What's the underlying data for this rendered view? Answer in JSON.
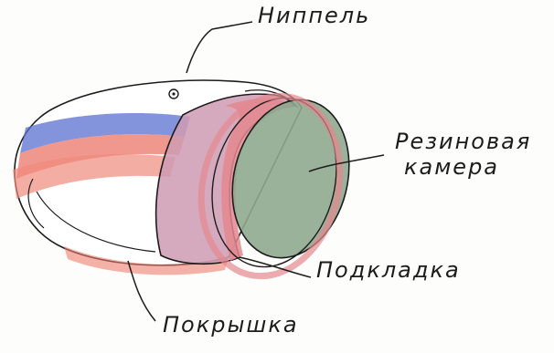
{
  "labels": {
    "nipple": "Ниппель",
    "inner_tube_line1": "Резиновая",
    "inner_tube_line2": "камера",
    "rim_tape": "Подкладка",
    "tire": "Покрышка"
  },
  "colors": {
    "ink": "#1c1c1c",
    "tire_red": "#e86a5c",
    "tire_blue": "#5a6fd0",
    "tape_pink": "#d98c98",
    "tape_mauve": "#b89ab8",
    "tube_green": "#8fa88f"
  }
}
